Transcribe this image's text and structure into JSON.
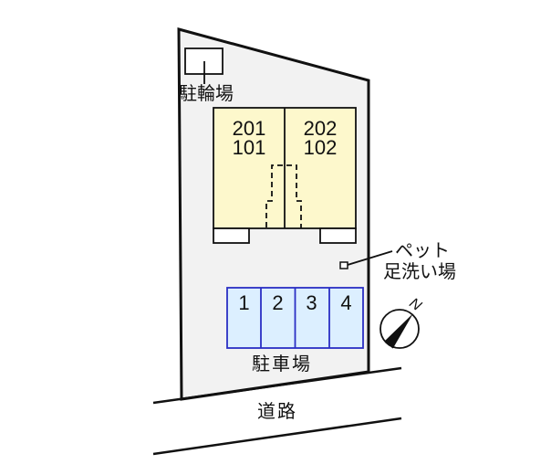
{
  "site_plan": {
    "colors": {
      "lot_fill": "#f2f2f2",
      "outline": "#111111",
      "building_fill": "#fdf8cc",
      "parking_fill": "#dcefff",
      "parking_border": "#2a2fc4",
      "background": "#ffffff"
    },
    "bicycle_parking": {
      "label": "駐輪場"
    },
    "building": {
      "units": [
        {
          "upper": "201",
          "lower": "101"
        },
        {
          "upper": "202",
          "lower": "102"
        }
      ]
    },
    "pet_wash": {
      "label_line1": "ペット",
      "label_line2": "足洗い場"
    },
    "parking": {
      "label": "駐車場",
      "slots": [
        "1",
        "2",
        "3",
        "4"
      ]
    },
    "road": {
      "label": "道路"
    },
    "compass": {
      "north_label": "N"
    }
  }
}
